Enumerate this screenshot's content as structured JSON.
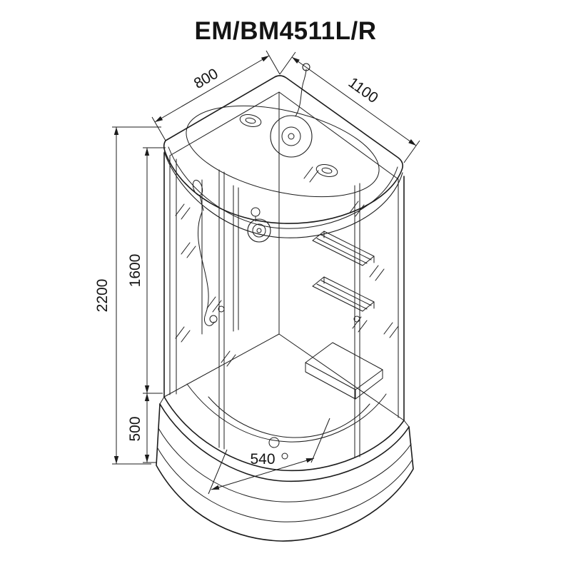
{
  "title": "EM/BM4511L/R",
  "colors": {
    "background": "#ffffff",
    "line": "#1c1c1c",
    "text": "#141414"
  },
  "dimensions": {
    "depth": "800",
    "width": "1100",
    "total_height": "2200",
    "body_height": "1600",
    "tray_height": "500",
    "inner_width": "540"
  }
}
